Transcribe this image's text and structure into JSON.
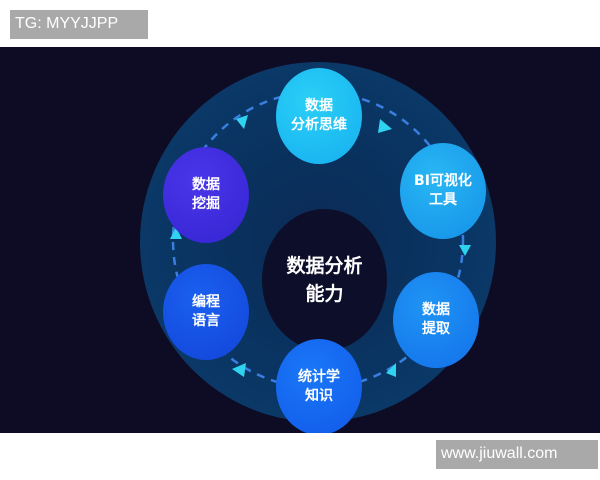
{
  "watermarks": {
    "top": "TG: MYYJJPP",
    "bottom": "www.jiuwall.com"
  },
  "diagram": {
    "center": {
      "line1": "数据分析",
      "line2": "能力"
    },
    "nodes": [
      {
        "id": "thinking",
        "line1": "数据",
        "line2": "分析思维",
        "color": "#1bb8f0"
      },
      {
        "id": "bi",
        "line1": "BI可视化",
        "line2": "工具",
        "color": "#1aa2ec"
      },
      {
        "id": "extract",
        "line1": "数据",
        "line2": "提取",
        "color": "#1680f0"
      },
      {
        "id": "stats",
        "line1": "统计学",
        "line2": "知识",
        "color": "#1366f0"
      },
      {
        "id": "programming",
        "line1": "编程",
        "line2": "语言",
        "color": "#1450e6"
      },
      {
        "id": "mining",
        "line1": "数据",
        "line2": "挖掘",
        "color": "#3b2ee0"
      }
    ],
    "colors": {
      "background": "#0e0c24",
      "ring": "#0a3563",
      "center": "#0d0f2a",
      "arrow": "#2fd3f0",
      "dash": "#3a7fe0"
    }
  }
}
